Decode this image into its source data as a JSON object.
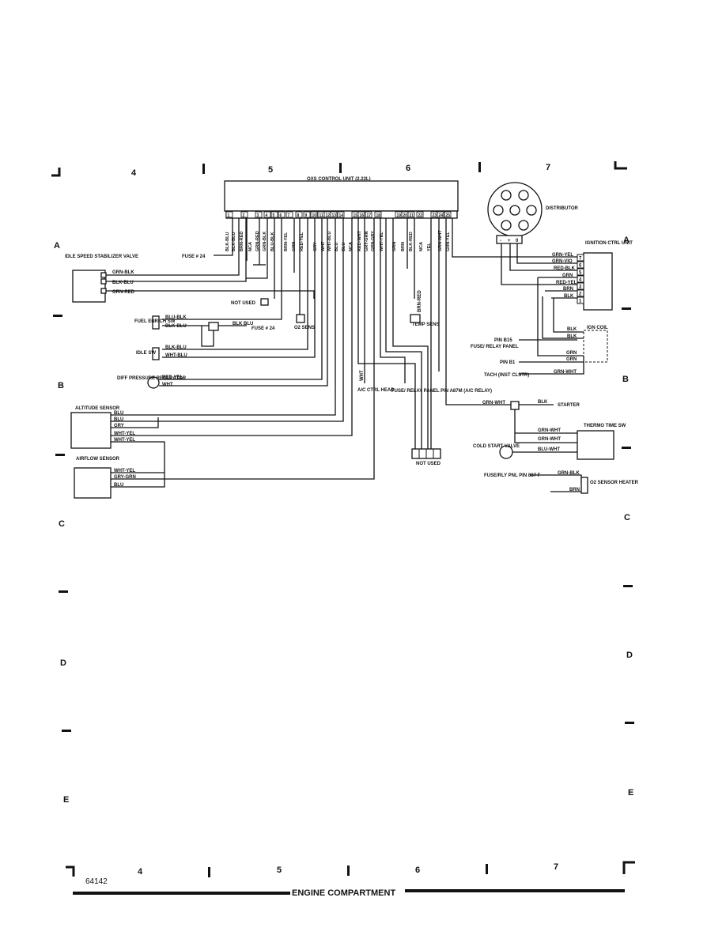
{
  "zones": {
    "top": [
      "4",
      "5",
      "6",
      "7"
    ],
    "bottom": [
      "4",
      "5",
      "6",
      "7"
    ],
    "rows": [
      "A",
      "B",
      "C",
      "D",
      "E"
    ]
  },
  "ecu": {
    "title": "OXS CONTROL UNIT (2.22L)",
    "pins": [
      "1",
      "2",
      "3",
      "4",
      "5",
      "6",
      "7",
      "8",
      "9",
      "10",
      "11",
      "12",
      "13",
      "14",
      "15",
      "16",
      "17",
      "18",
      "19",
      "20",
      "21",
      "22",
      "23",
      "24",
      "25"
    ],
    "wires": [
      "BLK-BLU",
      "BLK-BLU",
      "BRN-RED",
      "NCA",
      "GRN-RED",
      "GRN-BLK",
      "BLU-BLK",
      "BRN-YEL",
      "GRN",
      "RED-YEL",
      "GRY",
      "WHT",
      "WHT-BLU",
      "BLU",
      "BLU",
      "NCA",
      "RED-WHT",
      "GRY-GRN",
      "GRN-GRY",
      "WHT-YEL",
      "GRN",
      "BRN",
      "BLK-RED",
      "NCA",
      "YEL",
      "GRN-WHT",
      "GRN-YEL"
    ]
  },
  "components": {
    "idle_valve": "IDLE SPEED STABILIZER VALVE",
    "fuse24": "FUSE # 24",
    "fuse24b": "FUSE # 24",
    "not_used": "NOT USED",
    "not_used2": "NOT USED",
    "fuel_sw": "FUEL ENRICH SW",
    "o2": "O2 SENS",
    "temp": "TEMP SENS",
    "idle_sw": "IDLE SW",
    "diff": "DIFF PRESSURE REGULATOR",
    "ac": "A/C CTRL HEAD",
    "fuse_relay": "FUSE/ RELAY PANEL PIN A87M (A/C RELAY)",
    "altitude": "ALTITUDE SENSOR",
    "airflow": "AIRFLOW SENSOR",
    "distributor": "DISTRIBUTOR",
    "ign_ctrl": "IGNITION CTRL UNIT",
    "ign_coil": "IGN COIL",
    "fuse_panel": "FUSE/ RELAY PANEL",
    "pin_b15": "PIN B15",
    "pin_b1": "PIN B1",
    "tach": "TACH (INST CLSTR)",
    "starter": "STARTER",
    "thermo": "THERMO TIME SW",
    "cold_start": "COLD START VALVE",
    "fuse_rly": "FUSE/RLY PNL PIN 887 F",
    "o2_heater": "O2 SENSOR HEATER"
  },
  "wire_labels": {
    "idle1": "GRN-BLK",
    "idle2": "BLK-BLU",
    "idle3": "GRN-RED",
    "fuel1": "BLU-BLK",
    "fuel2": "BLK-BLU",
    "fuel3": "BLK BLU",
    "isw1": "BLK-BLU",
    "isw2": "WHT-BLU",
    "dpr1": "RED-YEL",
    "dpr2": "WHT",
    "temp": "BRN-RED",
    "ac": "WHT",
    "alt1": "BLU",
    "alt2": "BLU",
    "alt3": "GRY",
    "alt4": "WHT-YEL",
    "alt5": "WHT-YEL",
    "af1": "WHT-YEL",
    "af2": "GRY-GRN",
    "af3": "BLU",
    "ic1": "GRN-YEL",
    "ic2": "GRN-VIO",
    "ic3": "RED-BLK",
    "ic4": "GRN",
    "ic5": "RED-YEL",
    "ic6": "BRN",
    "ic7": "BLK",
    "coil1": "BLK",
    "coil2": "BLK",
    "coil3": "GRN",
    "coil4": "GRN",
    "tach": "GRN-WHT",
    "st1": "GRN-WHT",
    "st2": "BLK",
    "th1": "GRN-WHT",
    "th2": "GRN-WHT",
    "th3": "BLU-WHT",
    "h1": "GRN-BLK",
    "h2": "BRN"
  },
  "ign_pins": [
    "7",
    "6",
    "5",
    "4",
    "3",
    "2",
    "1"
  ],
  "dist_pins": [
    "-",
    "+",
    "0"
  ],
  "figure_number": "64142",
  "footer": "ENGINE COMPARTMENT"
}
